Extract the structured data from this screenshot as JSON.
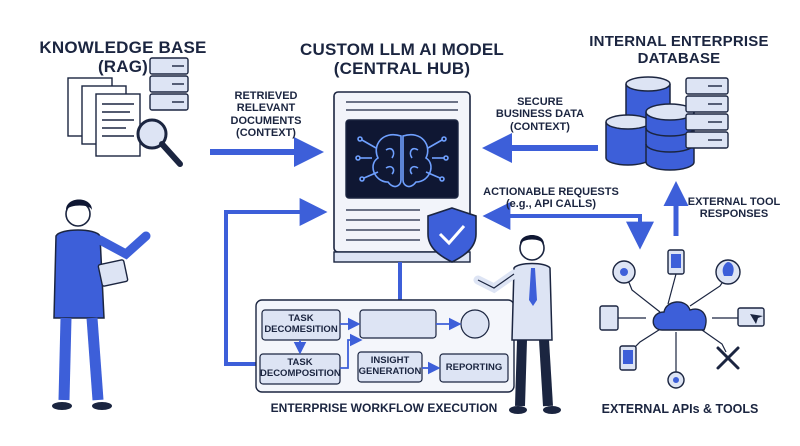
{
  "titles": {
    "knowledge_base": "KNOWLEDGE BASE\n(RAG)",
    "central_model": "CUSTOM LLM AI MODEL\n(CENTRAL HUB)",
    "enterprise_db": "INTERNAL ENTERPRISE\nDATABASE"
  },
  "flows": {
    "retrieved_docs": "RETRIEVED\nRELEVANT\nDOCUMENTS\n(CONTEXT)",
    "business_data": "SECURE\nBUSINESS DATA\n(CONTEXT)",
    "actionable_requests": "ACTIONABLE REQUESTS\n(e.g., API CALLS)",
    "tool_responses": "EXTERNAL TOOL\nRESPONSES"
  },
  "workflow": {
    "title": "ENTERPRISE WORKFLOW EXECUTION",
    "box_top_left": "TASK\nDECOMESITION",
    "box_bottom_left": "TASK\nDECOMPOSITION",
    "box_insight": "INSIGHT\nGENERATION",
    "box_reporting": "REPORTING"
  },
  "tools": {
    "title": "EXTERNAL APIs & TOOLS"
  },
  "colors": {
    "accent": "#3d5fd9",
    "ink": "#1b2540",
    "light": "#dde4f4",
    "dark": "#0f1733"
  }
}
